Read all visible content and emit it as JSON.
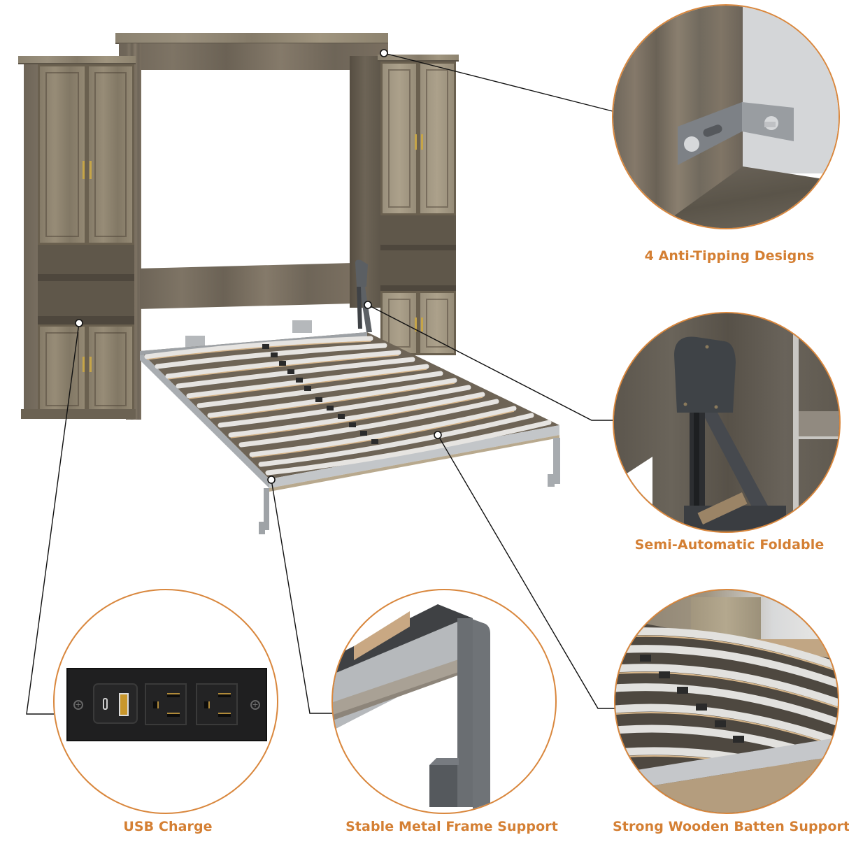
{
  "features": [
    {
      "id": "anti-tipping",
      "label": "4 Anti-Tipping Designs"
    },
    {
      "id": "semi-automatic",
      "label": "Semi-Automatic Foldable"
    },
    {
      "id": "usb-charge",
      "label": "USB Charge"
    },
    {
      "id": "metal-frame",
      "label": "Stable Metal Frame Support"
    },
    {
      "id": "wooden-batten",
      "label": "Strong Wooden Batten Support"
    }
  ],
  "usb_panel": {
    "ports": [
      "usb-c-port",
      "usb-a-port",
      "outlet-1",
      "outlet-2"
    ]
  },
  "colors": {
    "accent": "#d47f33",
    "circle_border": "#d9873d",
    "wood": "#7a705f",
    "metal": "#b9bcbf",
    "callout_line": "#111111"
  }
}
